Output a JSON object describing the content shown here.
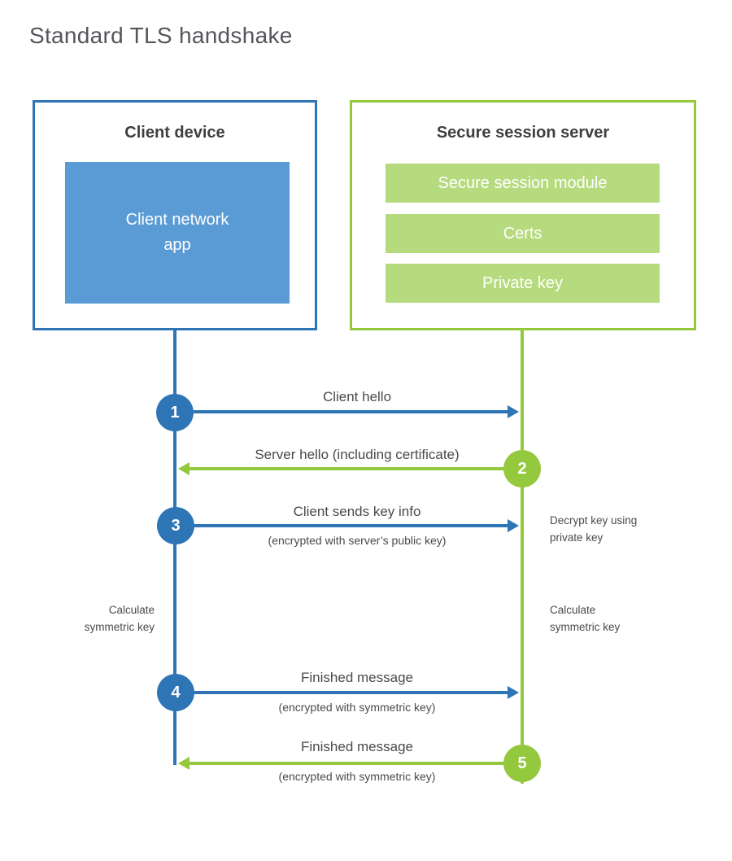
{
  "title": "Standard TLS handshake",
  "client": {
    "title": "Client device",
    "app_line1": "Client network",
    "app_line2": "app"
  },
  "server": {
    "title": "Secure session server",
    "modules": [
      "Secure session module",
      "Certs",
      "Private key"
    ]
  },
  "steps": [
    {
      "num": "1",
      "actor": "client",
      "direction": "right",
      "label": "Client hello",
      "sublabel": ""
    },
    {
      "num": "2",
      "actor": "server",
      "direction": "left",
      "label": "Server hello (including certificate)",
      "sublabel": ""
    },
    {
      "num": "3",
      "actor": "client",
      "direction": "right",
      "label": "Client sends key info",
      "sublabel": "(encrypted with server’s public key)"
    },
    {
      "num": "4",
      "actor": "client",
      "direction": "right",
      "label": "Finished message",
      "sublabel": "(encrypted with symmetric key)"
    },
    {
      "num": "5",
      "actor": "server",
      "direction": "left",
      "label": "Finished message",
      "sublabel": "(encrypted with symmetric key)"
    }
  ],
  "annotations": {
    "decrypt_line1": "Decrypt key using",
    "decrypt_line2": "private key",
    "calc_left_line1": "Calculate",
    "calc_left_line2": "symmetric key",
    "calc_right_line1": "Calculate",
    "calc_right_line2": "symmetric key"
  },
  "colors": {
    "blue": "#2e75b6",
    "blue_fill": "#5b9bd5",
    "green": "#94c83d",
    "green_fill": "#b6da7e",
    "heading_text": "#3f3f3f",
    "label_text": "#4a4a4a",
    "title_text": "#54565b"
  }
}
